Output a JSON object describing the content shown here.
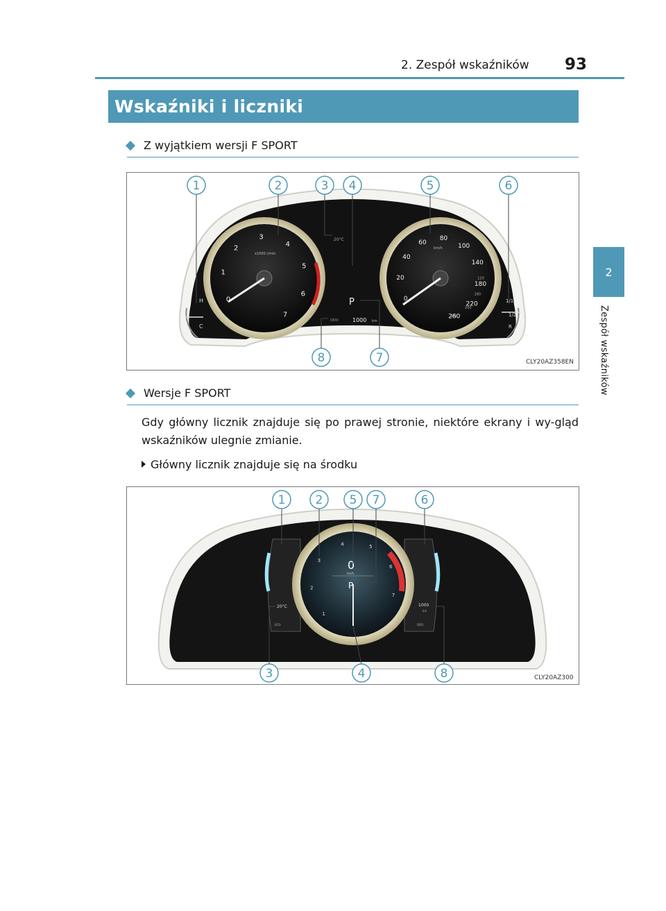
{
  "header": {
    "chapter": "2. Zespół wskaźników",
    "page_number": "93"
  },
  "side_tab": {
    "number": "2",
    "label": "Zespół wskaźników"
  },
  "section_title": "Wskaźniki i liczniki",
  "subsection1": {
    "heading": "Z wyjątkiem wersji F SPORT"
  },
  "figure1": {
    "code": "CLY20AZ358EN",
    "callouts": [
      "1",
      "2",
      "3",
      "4",
      "5",
      "6",
      "7",
      "8"
    ],
    "tach_labels": [
      "0",
      "1",
      "2",
      "3",
      "4",
      "5",
      "6",
      "7"
    ],
    "tach_unit": "x1000 r/min",
    "speed_labels": [
      "0",
      "20",
      "40",
      "60",
      "80",
      "100",
      "140",
      "180",
      "220",
      "260"
    ],
    "speed_minor": [
      "120",
      "160",
      "200",
      "240"
    ],
    "speed_unit": "km/h",
    "temp_label": "20°C",
    "gear": "P",
    "odo_label": "ODO",
    "odo_value": "1000",
    "odo_unit": "km",
    "temp_gauge": {
      "hot": "H",
      "cold": "C"
    },
    "fuel_gauge": {
      "full": "1/1",
      "half": "1/2",
      "empty": "R"
    }
  },
  "subsection2": {
    "heading": "Wersje F SPORT"
  },
  "paragraph": "Gdy główny licznik znajduje się po prawej stronie, niektóre ekrany i wy-gląd wskaźników ulegnie zmianie.",
  "bullet": "Główny licznik znajduje się na środku",
  "figure2": {
    "code": "CLY20AZ300",
    "callouts_top": [
      "1",
      "2",
      "5",
      "7",
      "6"
    ],
    "callouts_bottom": [
      "3",
      "4",
      "8"
    ],
    "speed_value": "0",
    "speed_unit": "km/h",
    "gear": "P",
    "rpm_labels": [
      "1",
      "2",
      "3",
      "4",
      "5",
      "6",
      "7"
    ],
    "temp_label": "20°C",
    "odo_value": "1000",
    "odo_unit": "km",
    "left_panel_label": "ECO",
    "right_panel_label": "ODO"
  },
  "colors": {
    "accent": "#4f99b6",
    "redline": "#cc2222"
  }
}
